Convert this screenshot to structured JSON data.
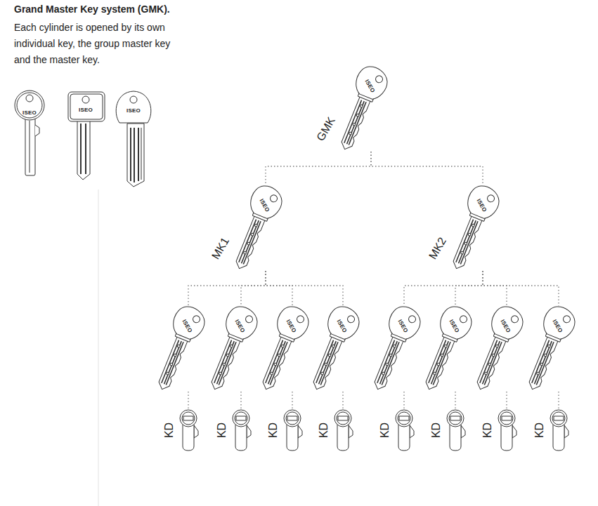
{
  "diagram": {
    "title": "Grand Master Key system (GMK).",
    "nodes": [
      {
        "text": [
          "GMK",
          "ISEO"
        ]
      },
      {
        "text": [
          "MK1",
          "ISEO"
        ]
      },
      {
        "text": [
          "MK2",
          "ISEO"
        ]
      },
      {
        "text": [
          "ISEO"
        ]
      },
      {
        "text": [
          "ISEO"
        ]
      },
      {
        "text": [
          "ISEO"
        ]
      },
      {
        "text": [
          "ISEO"
        ]
      },
      {
        "text": [
          "ISEO"
        ]
      },
      {
        "text": [
          "ISEO"
        ]
      },
      {
        "text": [
          "ISEO"
        ]
      },
      {
        "text": [
          "ISEO"
        ]
      },
      {
        "text": [
          "KD"
        ]
      },
      {
        "text": [
          "KD"
        ]
      },
      {
        "text": [
          "KD"
        ]
      },
      {
        "text": [
          "KD"
        ]
      },
      {
        "text": [
          "KD"
        ]
      },
      {
        "text": [
          "KD"
        ]
      },
      {
        "text": [
          "KD"
        ]
      },
      {
        "text": [
          "KD"
        ]
      }
    ],
    "edges": [
      {
        "from": 0,
        "to": 1,
        "arrow": "none"
      },
      {
        "from": 0,
        "to": 2,
        "arrow": "none"
      },
      {
        "from": 1,
        "to": 3,
        "arrow": "none"
      },
      {
        "from": 1,
        "to": 4,
        "arrow": "none"
      },
      {
        "from": 1,
        "to": 5,
        "arrow": "none"
      },
      {
        "from": 1,
        "to": 6,
        "arrow": "none"
      },
      {
        "from": 2,
        "to": 7,
        "arrow": "none"
      },
      {
        "from": 2,
        "to": 8,
        "arrow": "none"
      },
      {
        "from": 2,
        "to": 9,
        "arrow": "none"
      },
      {
        "from": 2,
        "to": 10,
        "arrow": "none"
      },
      {
        "from": 3,
        "to": 11,
        "arrow": "none"
      },
      {
        "from": 4,
        "to": 12,
        "arrow": "none"
      },
      {
        "from": 5,
        "to": 13,
        "arrow": "none"
      },
      {
        "from": 6,
        "to": 14,
        "arrow": "none"
      },
      {
        "from": 7,
        "to": 15,
        "arrow": "none"
      },
      {
        "from": 8,
        "to": 16,
        "arrow": "none"
      },
      {
        "from": 9,
        "to": 17,
        "arrow": "none"
      },
      {
        "from": 10,
        "to": 18,
        "arrow": "none"
      }
    ],
    "labels": [
      "Each cylinder is opened by its own individual key, the group master key and the master key.",
      "ISEO",
      "ISEO",
      "ISEO"
    ]
  }
}
